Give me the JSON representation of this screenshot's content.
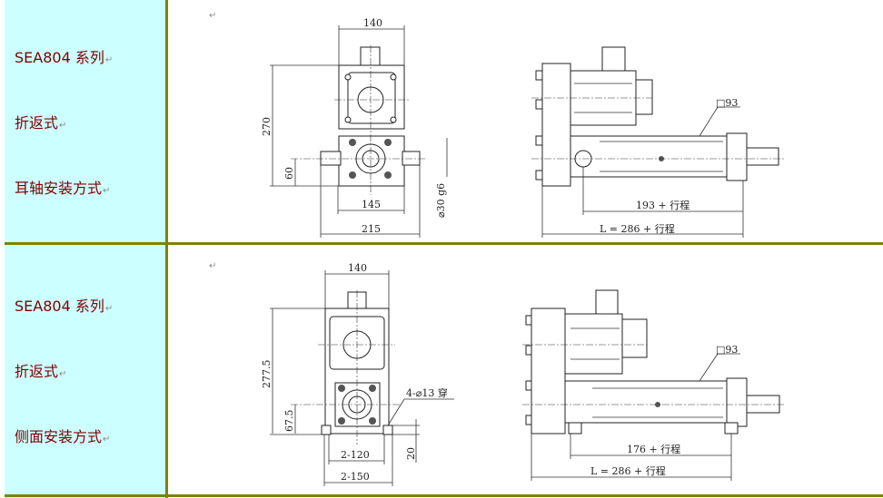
{
  "rows": [
    {
      "labels": [
        "SEA804 系列",
        "折返式",
        "耳轴安装方式"
      ],
      "return_mark": "↵",
      "front_view": {
        "width": "140",
        "height": "270",
        "axis_height": "60",
        "base_width": "145",
        "shaft_span": "215",
        "shaft_dia": "⌀30 g6"
      },
      "side_view": {
        "square": "□93",
        "dim_inner": "193 + 行程",
        "dim_total": "L = 286 + 行程"
      }
    },
    {
      "labels": [
        "SEA804 系列",
        "折返式",
        "侧面安装方式"
      ],
      "return_mark": "↵",
      "front_view": {
        "width": "140",
        "height": "277.5",
        "axis_height": "67.5",
        "hole_spacing": "2-120",
        "base_width": "2-150",
        "foot_height": "20",
        "holes": "4-⌀13 穿"
      },
      "side_view": {
        "square": "□93",
        "dim_inner": "176 + 行程",
        "dim_total": "L = 286 + 行程"
      }
    }
  ],
  "colors": {
    "label_bg": "#ccffff",
    "border": "#808000",
    "label_text": "#800000"
  }
}
